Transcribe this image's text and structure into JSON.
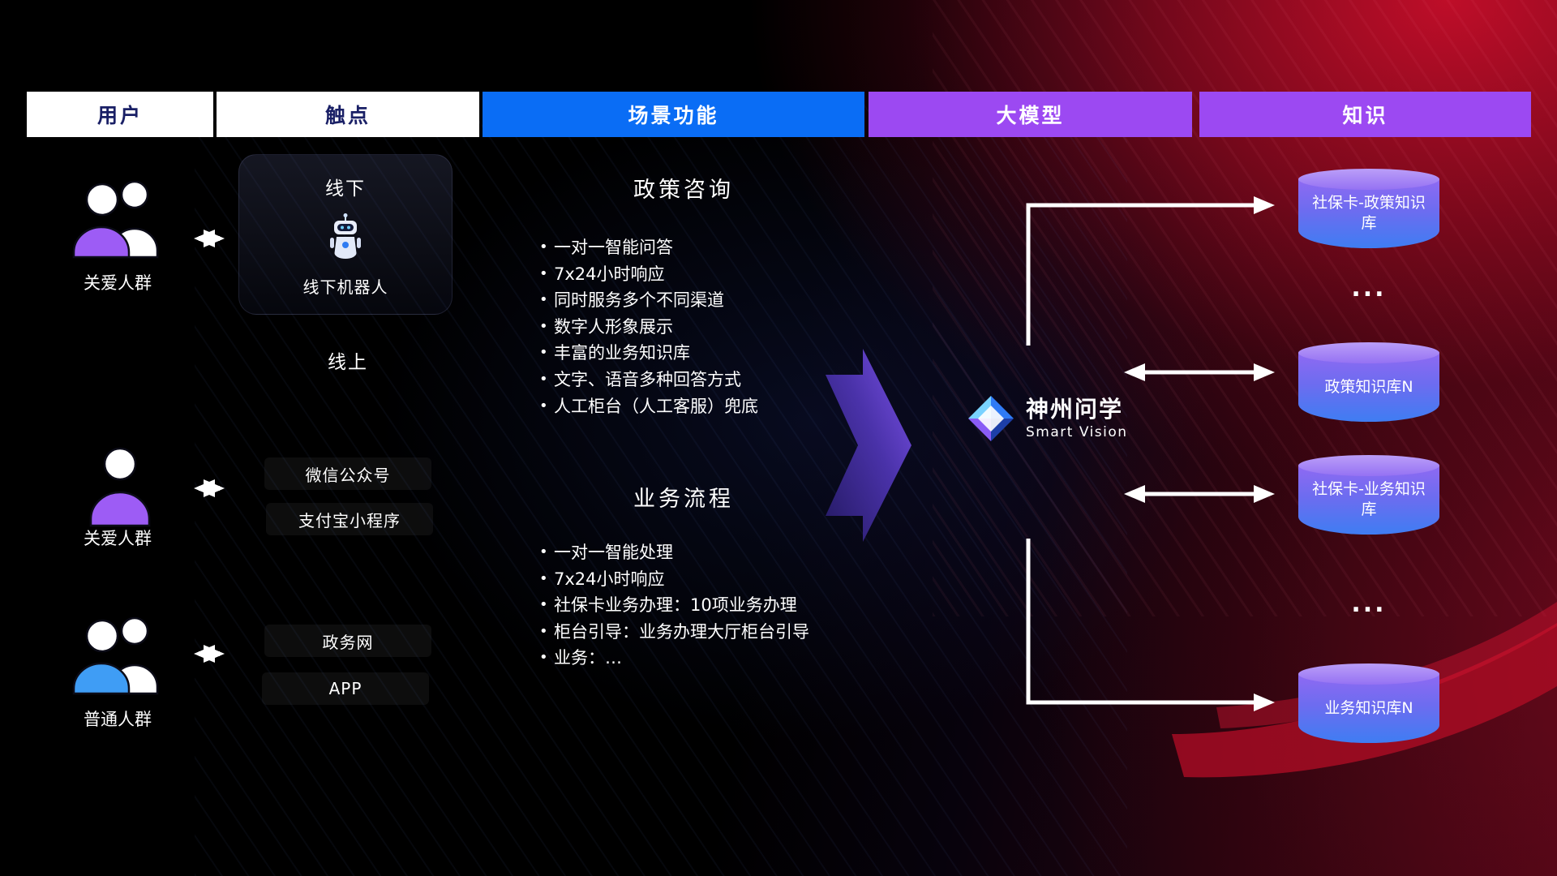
{
  "header": {
    "columns": [
      {
        "label": "用户"
      },
      {
        "label": "触点"
      },
      {
        "label": "场景功能"
      },
      {
        "label": "大模型"
      },
      {
        "label": "知识"
      }
    ]
  },
  "users": [
    {
      "label": "关爱人群",
      "icon": "group-people-purple-icon"
    },
    {
      "label": "关爱人群",
      "icon": "person-purple-icon"
    },
    {
      "label": "普通人群",
      "icon": "group-people-blue-icon"
    }
  ],
  "touchpoints": {
    "offline": {
      "title": "线下",
      "device_label": "线下机器人",
      "icon": "robot-icon"
    },
    "online_title": "线上",
    "channels": [
      {
        "label": "微信公众号"
      },
      {
        "label": "支付宝小程序"
      },
      {
        "label": "政务网"
      },
      {
        "label": "APP"
      }
    ]
  },
  "scenarios": [
    {
      "title": "政策咨询",
      "items": [
        "一对一智能问答",
        "7x24小时响应",
        "同时服务多个不同渠道",
        "数字人形象展示",
        "丰富的业务知识库",
        "文字、语音多种回答方式",
        "人工柜台（人工客服）兜底"
      ]
    },
    {
      "title": "业务流程",
      "items": [
        "一对一智能处理",
        "7x24小时响应",
        "社保卡业务办理：10项业务办理",
        "柜台引导：业务办理大厅柜台引导",
        "业务：…"
      ]
    }
  ],
  "model": {
    "name": "神州问学",
    "subtitle": "Smart Vision",
    "icon": "diamond-logo-icon"
  },
  "knowledge": {
    "items": [
      {
        "label": "社保卡-政策知识库"
      },
      {
        "label": "政策知识库N"
      },
      {
        "label": "社保卡-业务知识库"
      },
      {
        "label": "业务知识库N"
      }
    ],
    "ellipsis": "..."
  },
  "connections": [
    {
      "from": "model",
      "to": "社保卡-政策知识库",
      "type": "elbow-up-right"
    },
    {
      "from": "model",
      "to": "政策知识库N",
      "type": "double-headed"
    },
    {
      "from": "model",
      "to": "社保卡-业务知识库",
      "type": "double-headed"
    },
    {
      "from": "model",
      "to": "业务知识库N",
      "type": "elbow-down-right"
    }
  ],
  "colors": {
    "header_blue": "#0a6df5",
    "header_purple": "#9c49f2",
    "header_text_dark": "#1a2066",
    "user_purple": "#9d5cf5",
    "user_blue": "#3f9df5",
    "cylinder_top": "#bb9ef8",
    "cylinder_bottom": "#3f7df2",
    "flow_arrow_purple": "#8457f5",
    "background_red": "#c60e2a",
    "connector_white": "#ffffff"
  }
}
